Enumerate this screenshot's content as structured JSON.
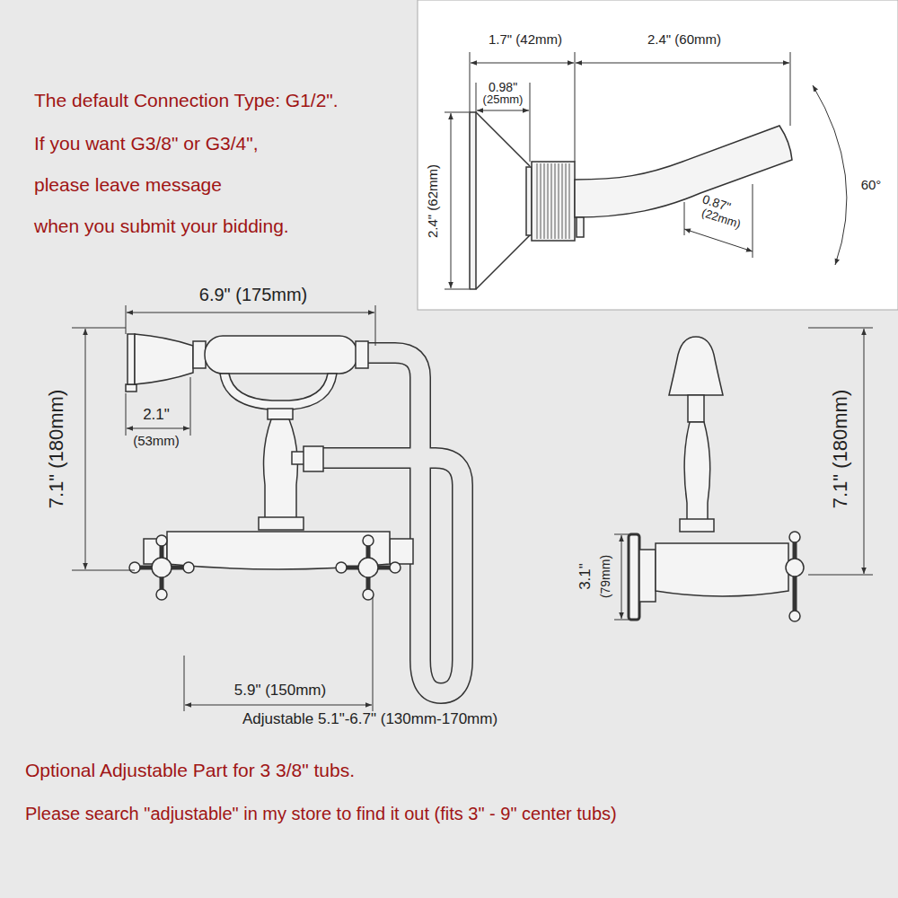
{
  "diagram": {
    "labels": [
      "The default Connection Type: G1/2\".",
      "If you want G3/8\" or G3/4\",",
      "please leave message",
      "when you submit your bidding.",
      "1.7\" (42mm)",
      "0.98\"",
      "(25mm)",
      "2.4\" (60mm)",
      "2.4\" (62mm)",
      "60°",
      "0.87\"",
      "(22mm)",
      "6.9\" (175mm)",
      "2.1\"",
      "(53mm)",
      "7.1\" (180mm)",
      "7.1\" (180mm)",
      "3.1\"",
      "(79mm)",
      "5.9\" (150mm)",
      "Adjustable 5.1\"-6.7\" (130mm-170mm)",
      "Optional Adjustable Part for 3 3/8\" tubs.",
      "Please search \"adjustable\" in my store to find it out (fits 3\" - 9\" center tubs)"
    ]
  }
}
